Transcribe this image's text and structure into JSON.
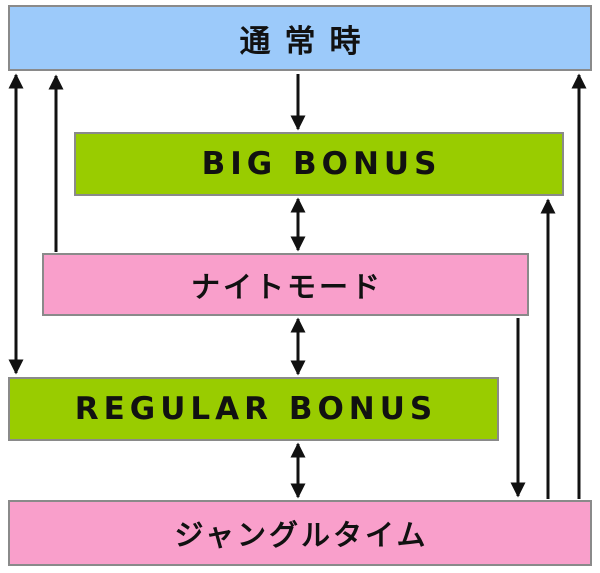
{
  "diagram": {
    "nodes": {
      "normal": {
        "label": "通常時",
        "color": "#9ccafa"
      },
      "big": {
        "label": "BIG BONUS",
        "color": "#99cc00"
      },
      "night": {
        "label": "ナイトモード",
        "color": "#f99fcb"
      },
      "regular": {
        "label": "REGULAR BONUS",
        "color": "#99cc00"
      },
      "jungle": {
        "label": "ジャングルタイム",
        "color": "#f99fcb"
      }
    },
    "edges": [
      {
        "from": "normal",
        "to": "big",
        "style": "single"
      },
      {
        "from": "big",
        "to": "night",
        "style": "double"
      },
      {
        "from": "night",
        "to": "regular",
        "style": "double"
      },
      {
        "from": "regular",
        "to": "jungle",
        "style": "double"
      },
      {
        "from": "normal",
        "to": "regular",
        "style": "double"
      },
      {
        "from": "night",
        "to": "normal",
        "style": "single"
      },
      {
        "from": "night",
        "to": "jungle",
        "style": "single"
      },
      {
        "from": "jungle",
        "to": "big",
        "style": "single"
      },
      {
        "from": "jungle",
        "to": "normal",
        "style": "single"
      }
    ],
    "colors": {
      "border": "#8a8a8a",
      "arrow": "#111111"
    }
  }
}
